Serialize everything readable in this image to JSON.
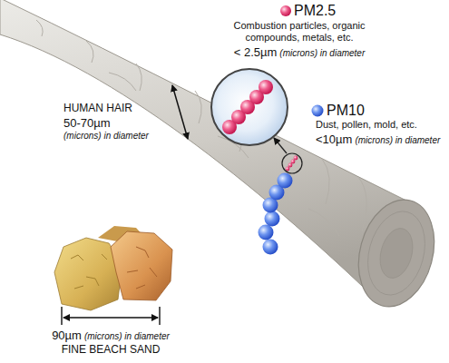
{
  "diagram": {
    "labels": [
      "HUMAN HAIR",
      "50-70µm",
      "(microns) in diameter",
      "PM2.5",
      "Combustion particles, organic compounds, metals, etc.",
      "< 2.5µm",
      "(microns) in diameter",
      "PM10",
      "Dust, pollen, mold, etc.",
      "<10µm",
      "(microns) in diameter",
      "90µm",
      "(microns) in diameter",
      "FINE BEACH SAND"
    ]
  }
}
